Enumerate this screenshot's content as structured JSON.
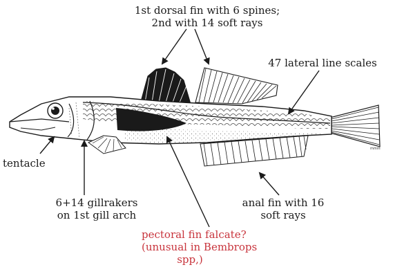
{
  "annotations": {
    "dorsal_fins": [
      "1st dorsal fin with 6 spines;",
      "2nd with 14 soft rays"
    ],
    "lateral_line": [
      "47 lateral line scales"
    ],
    "tentacle": [
      "tentacle"
    ],
    "gillrakers": [
      "6+14 gillrakers",
      "on 1st gill arch"
    ],
    "anal_fin": [
      "anal fin with 16",
      "soft rays"
    ],
    "pectoral_fin": [
      "pectoral fin falcate?",
      "(unusual in Bembrops",
      "spp,)"
    ]
  },
  "colors": {
    "text": "#1a1a1a",
    "highlight": "#c8343c",
    "ink": "#1a1a1a"
  }
}
